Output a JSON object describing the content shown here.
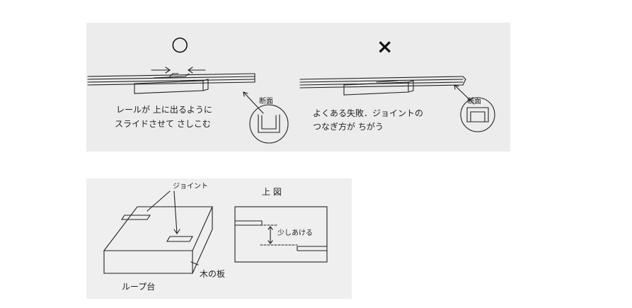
{
  "top": {
    "good": {
      "symbol": "○",
      "caption_line1": "レールが 上に出るように",
      "caption_line2": "スライドさせて さしこむ",
      "section_label": "断面"
    },
    "bad": {
      "symbol": "×",
      "caption_line1": "よくある失敗．ジョイントの",
      "caption_line2": "つなぎ方が ちがう",
      "section_label": "断面"
    }
  },
  "bottom": {
    "joint_label": "ジョイント",
    "loop_base_label": "ループ台",
    "wood_board_label": "木の板",
    "top_view_label": "上 図",
    "gap_label": "少しあける"
  }
}
